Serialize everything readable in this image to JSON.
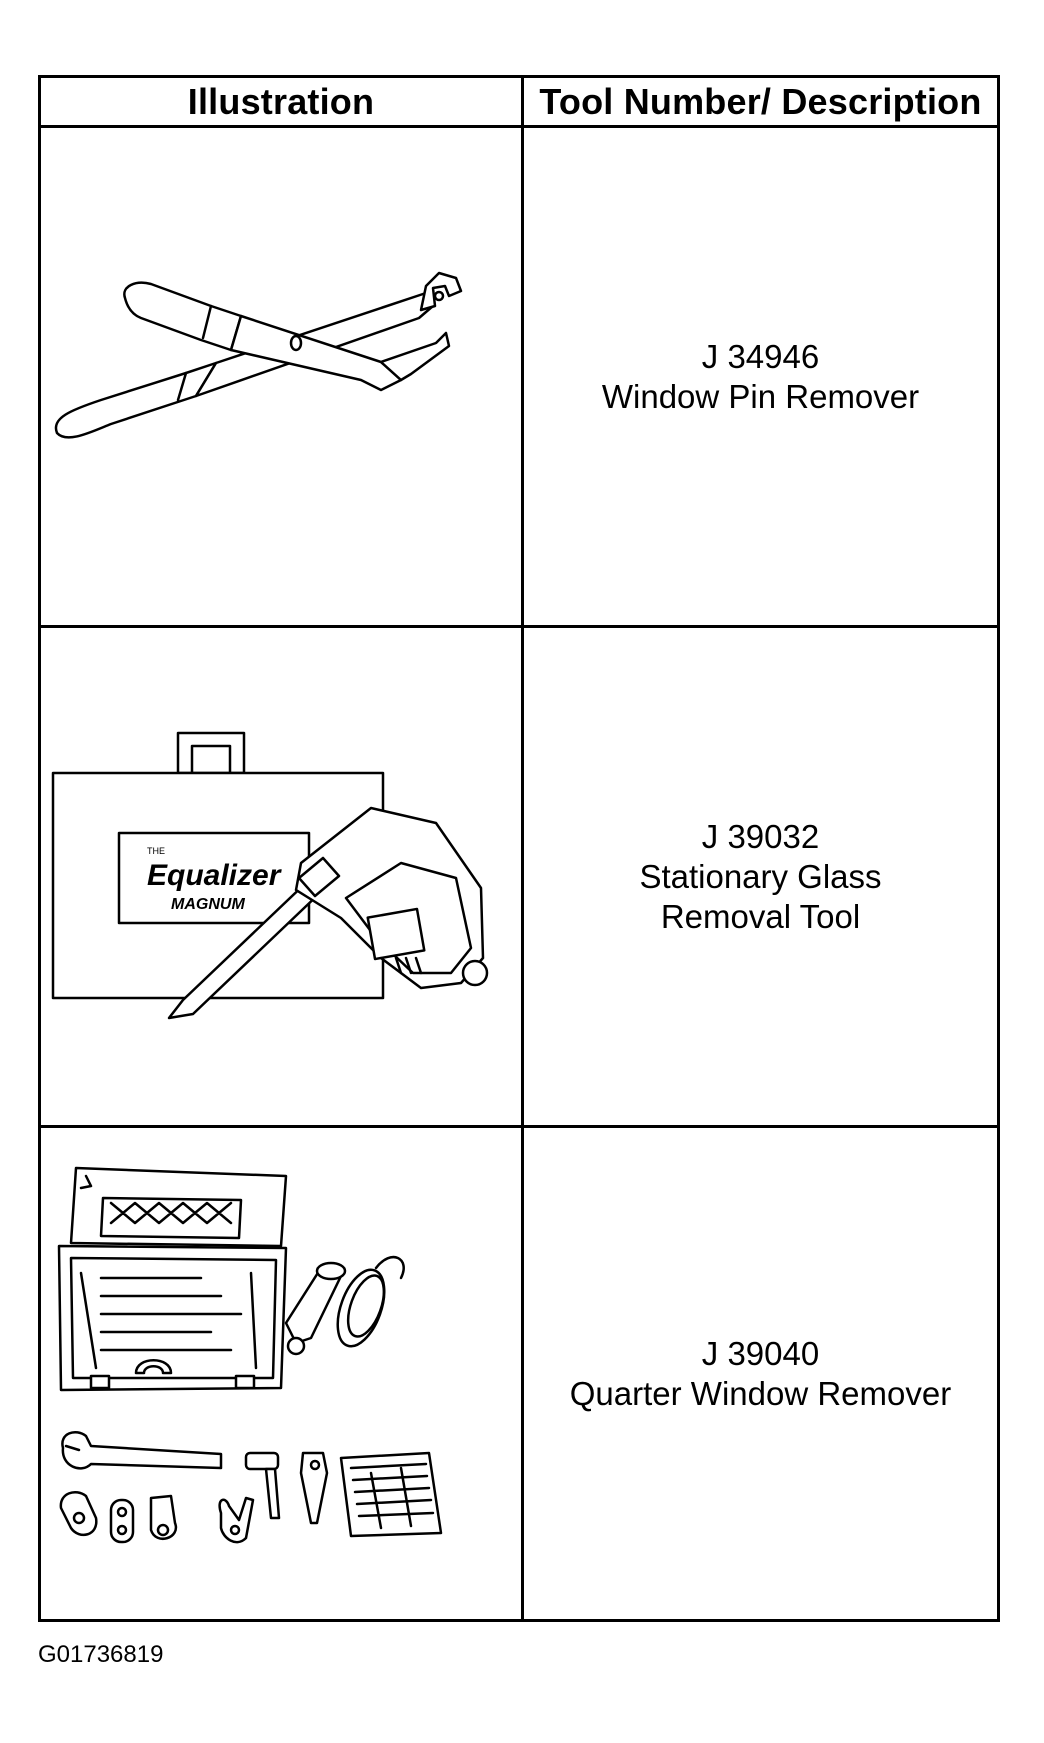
{
  "table": {
    "headers": {
      "illustration": "Illustration",
      "description": "Tool Number/ Description"
    },
    "rows": [
      {
        "tool_number": "J 34946",
        "description_lines": [
          "Window Pin Remover"
        ],
        "illustration_icon": "window-pin-remover-icon"
      },
      {
        "tool_number": "J 39032",
        "description_lines": [
          "Stationary Glass",
          "Removal Tool"
        ],
        "illustration_icon": "glass-removal-tool-icon",
        "case_label": {
          "small": "THE",
          "brand": "Equalizer",
          "model": "MAGNUM"
        }
      },
      {
        "tool_number": "J 39040",
        "description_lines": [
          "Quarter Window Remover"
        ],
        "illustration_icon": "quarter-window-remover-kit-icon"
      }
    ]
  },
  "footer": {
    "figure_code": "G01736819"
  }
}
